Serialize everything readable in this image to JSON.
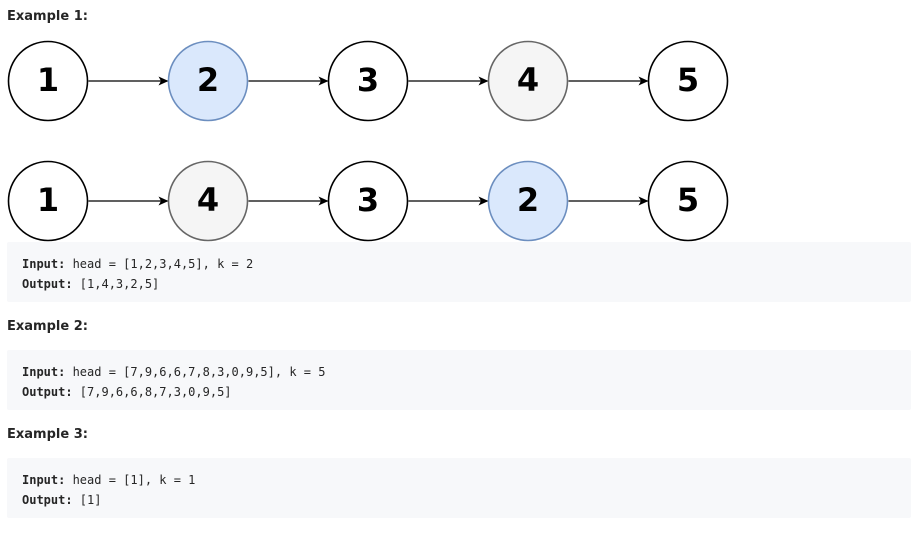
{
  "examples": [
    {
      "heading": "Example 1:",
      "input_label": "Input:",
      "input_value": " head = [1,2,3,4,5], k = 2",
      "output_label": "Output:",
      "output_value": " [1,4,3,2,5]",
      "diagrams": [
        {
          "nodes": [
            {
              "label": "1",
              "fill": "#ffffff",
              "stroke": "#000000"
            },
            {
              "label": "2",
              "fill": "#dae8fc",
              "stroke": "#6c8ebf"
            },
            {
              "label": "3",
              "fill": "#ffffff",
              "stroke": "#000000"
            },
            {
              "label": "4",
              "fill": "#f5f5f5",
              "stroke": "#666666"
            },
            {
              "label": "5",
              "fill": "#ffffff",
              "stroke": "#000000"
            }
          ]
        },
        {
          "nodes": [
            {
              "label": "1",
              "fill": "#ffffff",
              "stroke": "#000000"
            },
            {
              "label": "4",
              "fill": "#f5f5f5",
              "stroke": "#666666"
            },
            {
              "label": "3",
              "fill": "#ffffff",
              "stroke": "#000000"
            },
            {
              "label": "2",
              "fill": "#dae8fc",
              "stroke": "#6c8ebf"
            },
            {
              "label": "5",
              "fill": "#ffffff",
              "stroke": "#000000"
            }
          ]
        }
      ]
    },
    {
      "heading": "Example 2:",
      "input_label": "Input:",
      "input_value": " head = [7,9,6,6,7,8,3,0,9,5], k = 5",
      "output_label": "Output:",
      "output_value": " [7,9,6,6,8,7,3,0,9,5]"
    },
    {
      "heading": "Example 3:",
      "input_label": "Input:",
      "input_value": " head = [1], k = 1",
      "output_label": "Output:",
      "output_value": " [1]"
    }
  ]
}
